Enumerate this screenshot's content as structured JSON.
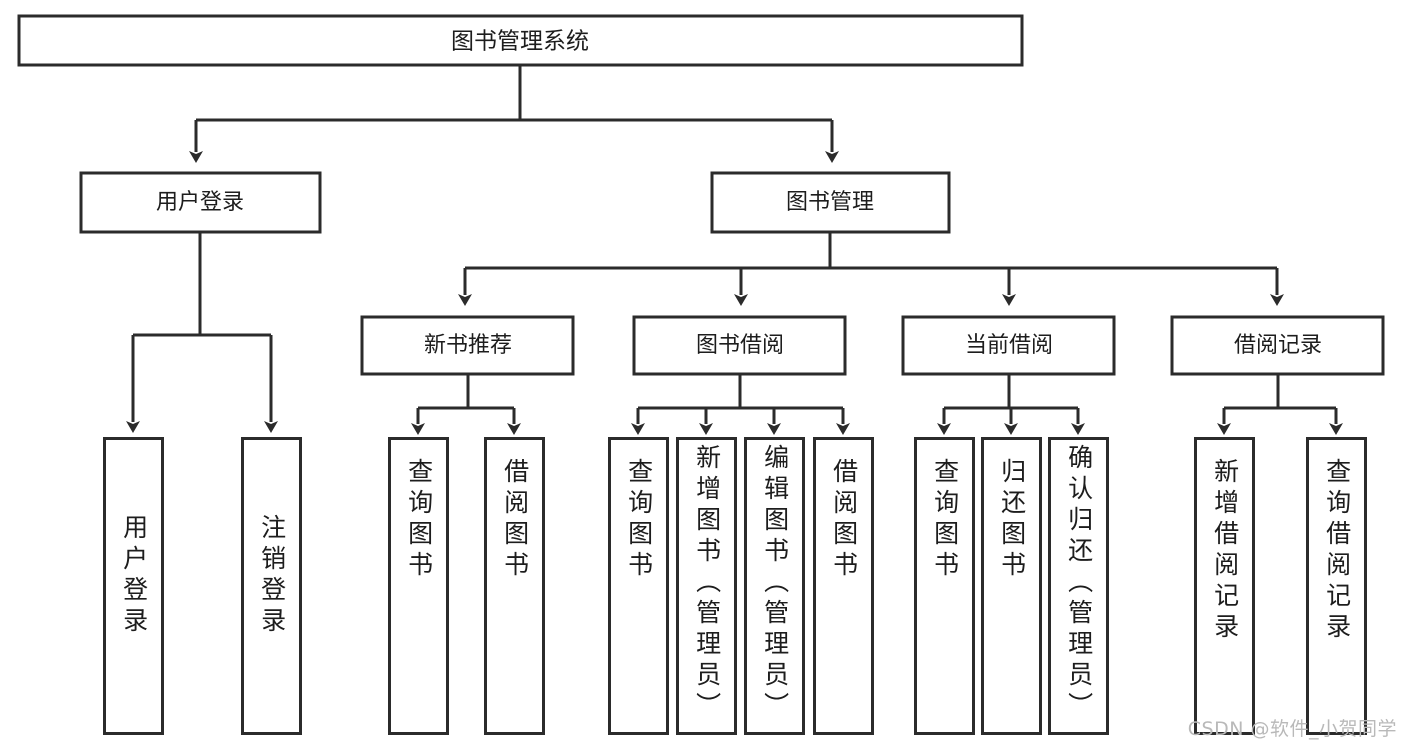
{
  "diagram": {
    "title": "图书管理系统",
    "type": "tree",
    "root": {
      "label": "图书管理系统"
    },
    "level2": [
      {
        "label": "用户登录"
      },
      {
        "label": "图书管理"
      }
    ],
    "level3": [
      {
        "label": "新书推荐"
      },
      {
        "label": "图书借阅"
      },
      {
        "label": "当前借阅"
      },
      {
        "label": "借阅记录"
      }
    ],
    "leaves": {
      "user_login": [
        {
          "label": "用户登录"
        },
        {
          "label": "注销登录"
        }
      ],
      "new_book_recommend": [
        {
          "label": "查询图书"
        },
        {
          "label": "借阅图书"
        }
      ],
      "book_borrow": [
        {
          "label": "查询图书"
        },
        {
          "label": "新增图书（管理员）"
        },
        {
          "label": "编辑图书（管理员）"
        },
        {
          "label": "借阅图书"
        }
      ],
      "current_borrow": [
        {
          "label": "查询图书"
        },
        {
          "label": "归还图书"
        },
        {
          "label": "确认归还（管理员）"
        }
      ],
      "borrow_record": [
        {
          "label": "新增借阅记录"
        },
        {
          "label": "查询借阅记录"
        }
      ]
    }
  },
  "watermark": {
    "text": "CSDN @软件_小贺同学"
  },
  "colors": {
    "stroke": "#2b2b2b",
    "box_fill": "#ffffff",
    "text": "#1d1d1d",
    "watermark": "#b9b9b9",
    "background": "#ffffff"
  }
}
